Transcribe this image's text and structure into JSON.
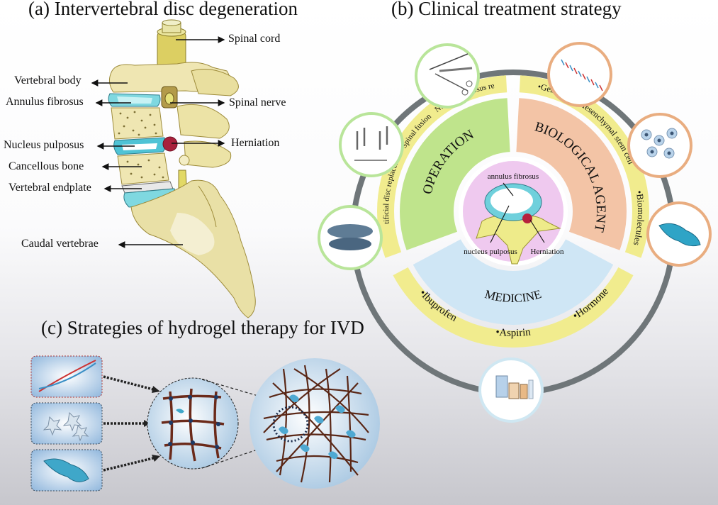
{
  "panel_a": {
    "title": "(a)  Intervertebral disc degeneration",
    "labels": {
      "spinal_cord": "Spinal cord",
      "vertebral_body": "Vertebral body",
      "annulus_fibrosus": "Annulus fibrosus",
      "spinal_nerve": "Spinal nerve",
      "nucleus_pulposus": "Nucleus pulposus",
      "herniation": "Herniation",
      "cancellous_bone": "Cancellous bone",
      "vertebral_endplate": "Vertebral endplate",
      "caudal_vertebrae": "Caudal vertebrae"
    }
  },
  "panel_b": {
    "title": "(b)  Clinical treatment strategy",
    "sectors": {
      "operation": "OPERATION",
      "biological_agent": "BIOLOGICAL AGENT",
      "medicine": "MEDICINE"
    },
    "operation_items": [
      "•Artificial disc replacement",
      "•Spinal fusion",
      "•Nucleus pulposus res"
    ],
    "biological_items": [
      "•Gene",
      "•Mesenchymal stem cell",
      "•Biomolecules"
    ],
    "medicine_items": [
      "•Ibuprofen",
      "•Aspirin",
      "•Hormone"
    ],
    "center_labels": {
      "annulus_fibrosus": "annulus fibrosus",
      "nucleus_pulposus": "nucleus pulposus",
      "herniation": "Herniation"
    },
    "icons": [
      "surgical-instruments",
      "spinal-screws",
      "artificial-disc",
      "dna",
      "stem-cells",
      "biomolecule",
      "drugs"
    ],
    "colors": {
      "operation": "#bfe48c",
      "biological": "#f3c4a6",
      "medicine": "#cfe6f5",
      "band": "#f1ec8e",
      "ring": "#6f7679",
      "center": "#efc9ef",
      "operation_icon_ring": "#b9e59a",
      "biological_icon_ring": "#e9ad80",
      "medicine_icon_ring": "#cfe7f2"
    }
  },
  "panel_c": {
    "title": "(c) Strategies of hydrogel therapy for IVD",
    "cargo": [
      "dna",
      "cells",
      "biomolecule"
    ]
  }
}
